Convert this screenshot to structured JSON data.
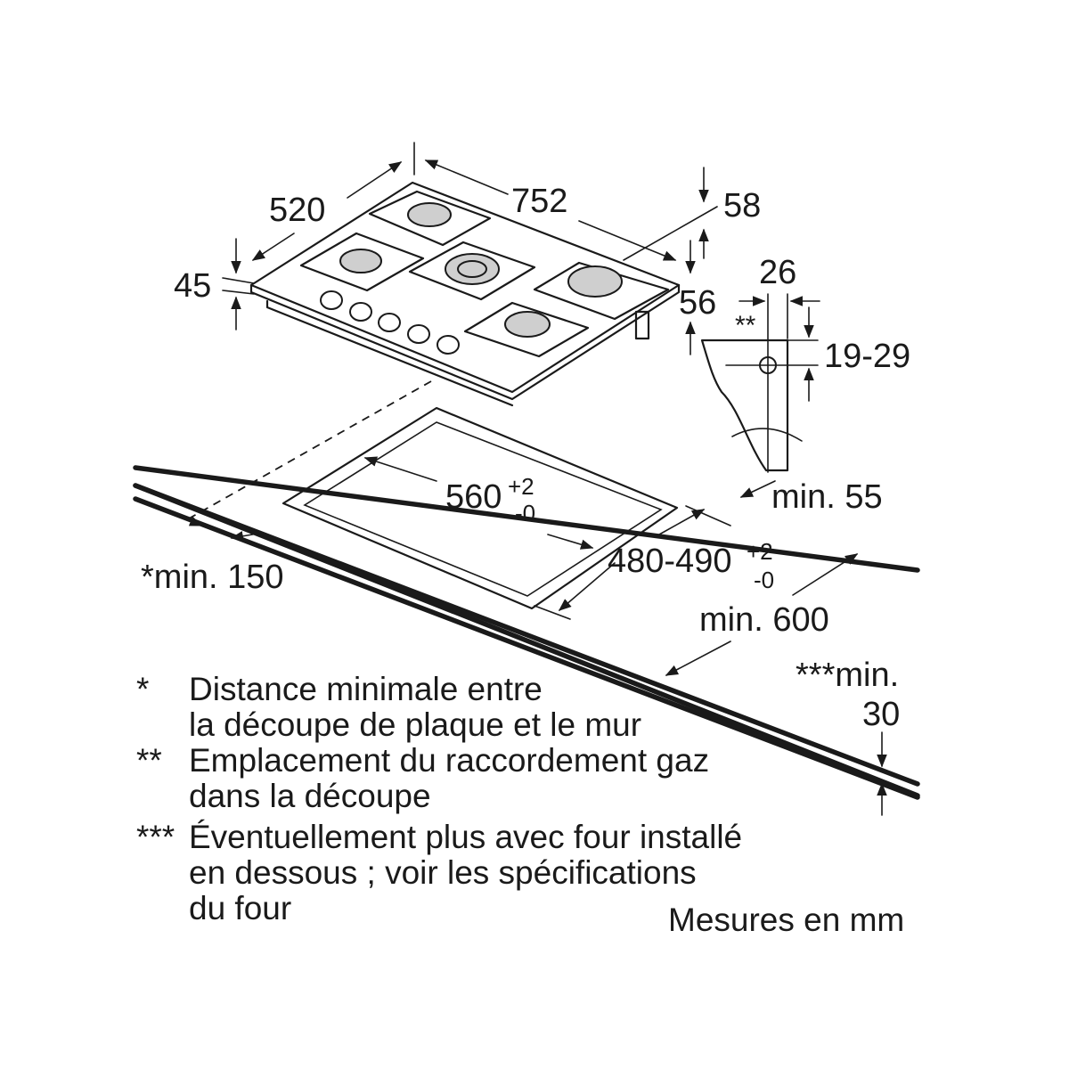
{
  "dimensions": {
    "hob_width": "752",
    "hob_depth": "520",
    "hob_height": "45",
    "gas_offset_top": "58",
    "gas_offset_side": "56",
    "connector_width": "26",
    "connector_height": "19-29",
    "front_clearance": "min. 55",
    "cutout_width": "560",
    "cutout_width_tol_plus": "+2",
    "cutout_width_tol_minus": "-0",
    "cutout_depth": "480-490",
    "cutout_depth_tol_plus": "+2",
    "cutout_depth_tol_minus": "-0",
    "wall_distance": "*min. 150",
    "counter_depth": "min. 600",
    "worktop_thickness_line1": "***min.",
    "worktop_thickness_line2": "30",
    "gas_marker": "**"
  },
  "legend": [
    {
      "mark": "*",
      "lines": [
        "Distance minimale entre",
        "la découpe de plaque et le mur"
      ]
    },
    {
      "mark": "**",
      "lines": [
        "Emplacement du raccordement gaz",
        "dans la découpe"
      ]
    },
    {
      "mark": "***",
      "lines": [
        "Éventuellement plus avec four installé",
        "en dessous ; voir les spécifications",
        "du four"
      ]
    }
  ],
  "units_note": "Mesures en mm"
}
